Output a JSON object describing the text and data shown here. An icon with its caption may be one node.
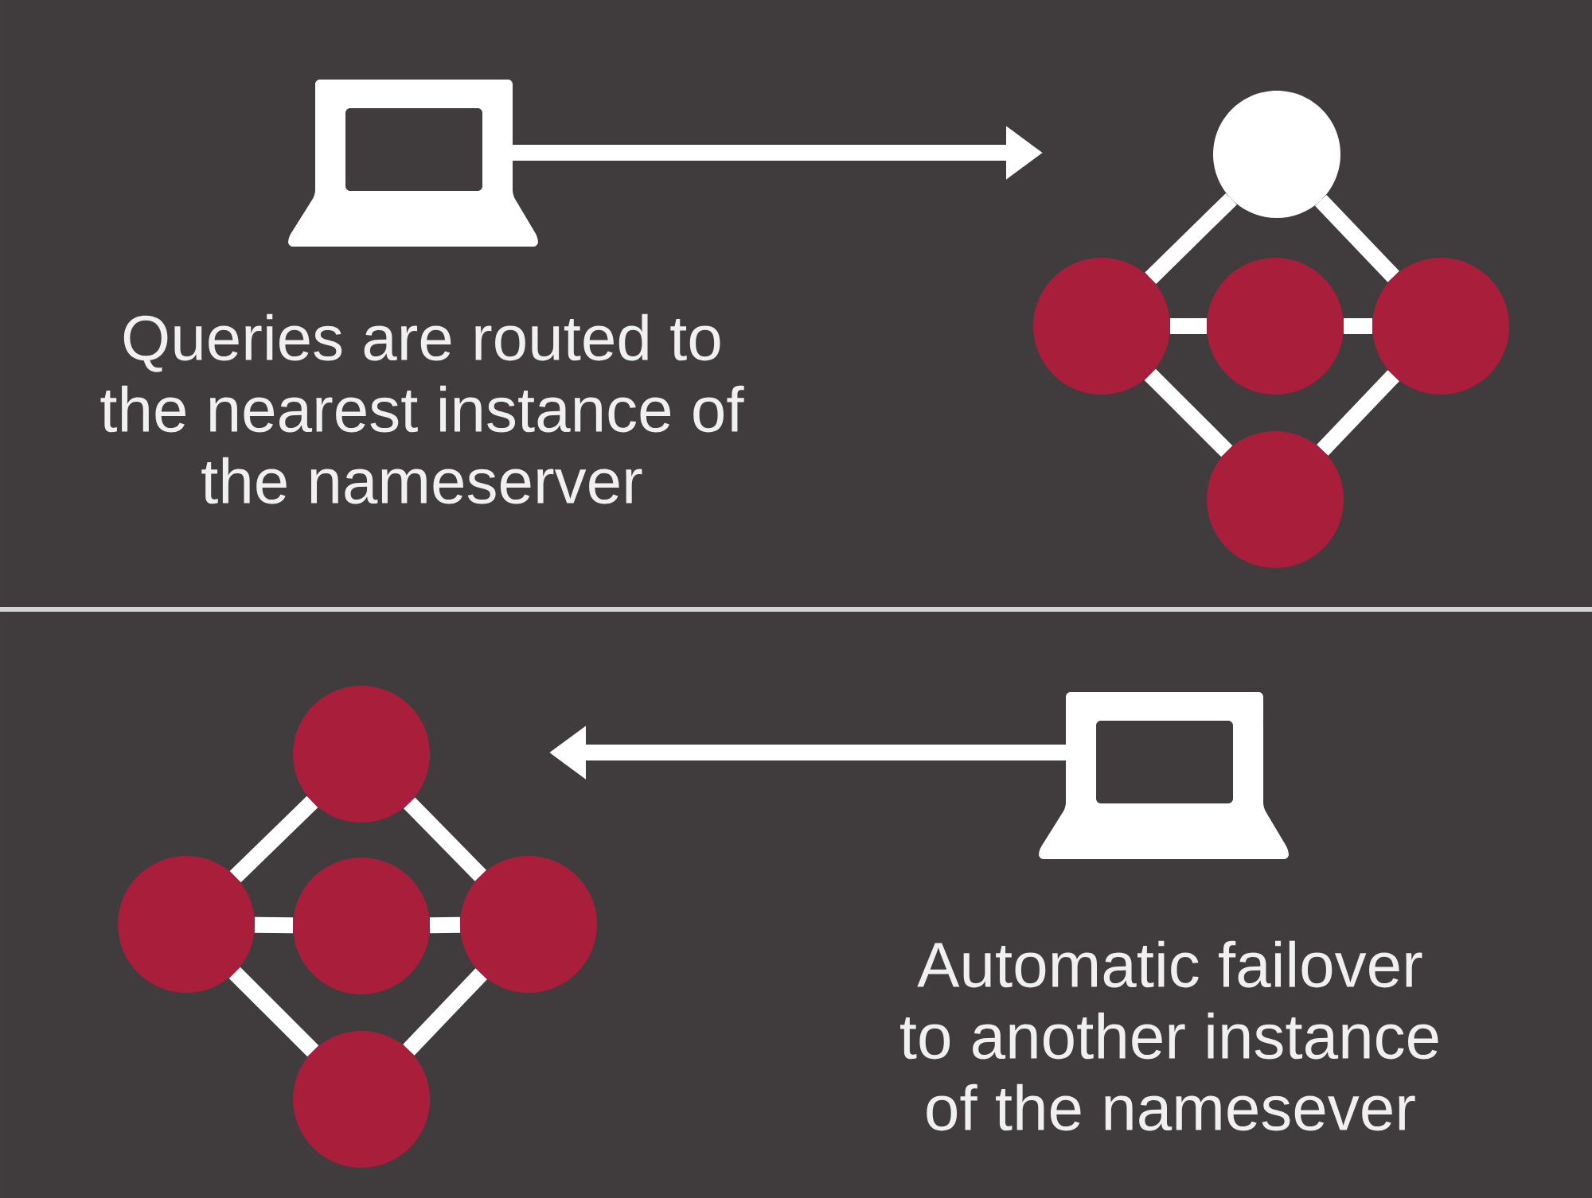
{
  "diagram": {
    "nodes": [
      {
        "text": [],
        "shape": "laptop",
        "beside": [
          "Queries are routed to the nearest instance of the nameserver"
        ]
      },
      {
        "text": [],
        "shape": "circle"
      },
      {
        "text": [],
        "shape": "circle"
      },
      {
        "text": [],
        "shape": "circle"
      },
      {
        "text": [],
        "shape": "circle"
      },
      {
        "text": [],
        "shape": "circle"
      },
      {
        "text": [],
        "shape": "circle"
      },
      {
        "text": [],
        "shape": "circle"
      },
      {
        "text": [],
        "shape": "circle"
      },
      {
        "text": [],
        "shape": "circle"
      },
      {
        "text": [],
        "shape": "circle"
      },
      {
        "text": [],
        "shape": "laptop",
        "beside": [
          "Automatic failover to another instance of the namesever"
        ]
      }
    ],
    "edges": [
      {
        "from": 0,
        "to": null,
        "arrow": "to"
      },
      {
        "from": 1,
        "to": 2,
        "arrow": "none"
      },
      {
        "from": 1,
        "to": 4,
        "arrow": "none"
      },
      {
        "from": 2,
        "to": 3,
        "arrow": "none"
      },
      {
        "from": 3,
        "to": 4,
        "arrow": "none"
      },
      {
        "from": 2,
        "to": 5,
        "arrow": "none"
      },
      {
        "from": 4,
        "to": 5,
        "arrow": "none"
      },
      {
        "from": 11,
        "to": null,
        "arrow": "to"
      },
      {
        "from": 6,
        "to": 7,
        "arrow": "none"
      },
      {
        "from": 6,
        "to": 9,
        "arrow": "none"
      },
      {
        "from": 7,
        "to": 8,
        "arrow": "none"
      },
      {
        "from": 8,
        "to": 9,
        "arrow": "none"
      },
      {
        "from": 7,
        "to": 10,
        "arrow": "none"
      },
      {
        "from": 9,
        "to": 10,
        "arrow": "none"
      }
    ]
  }
}
